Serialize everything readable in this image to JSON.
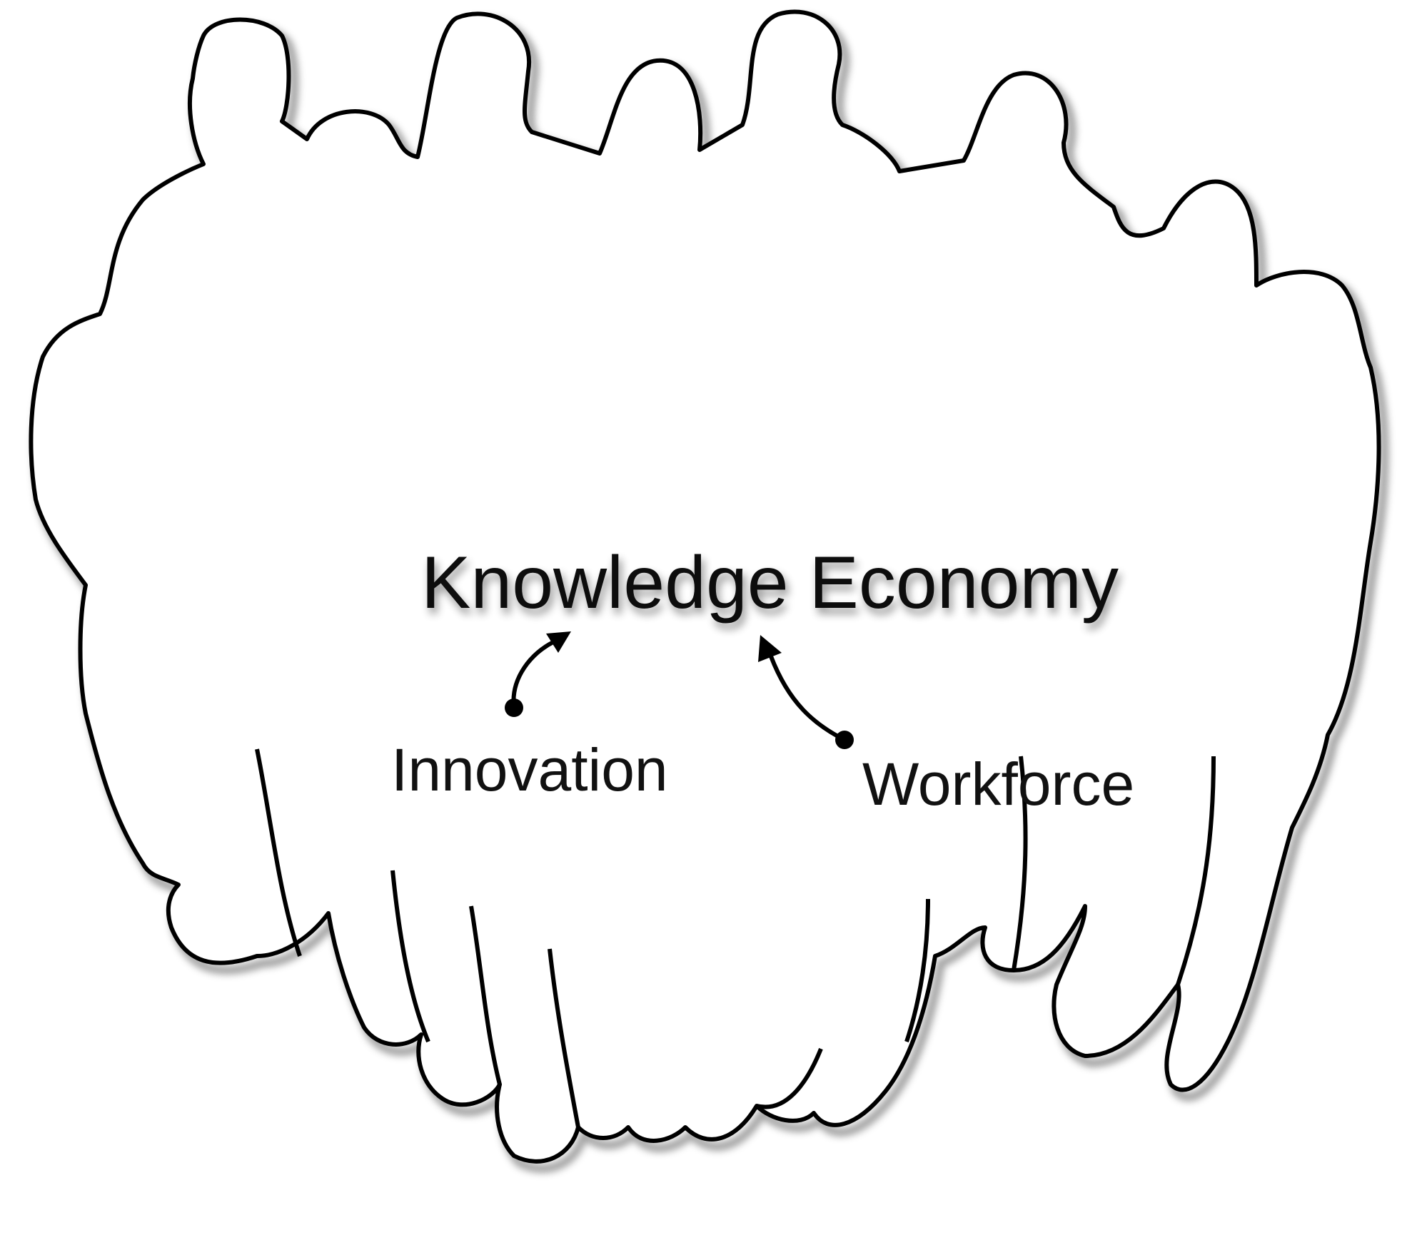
{
  "diagram": {
    "title": "Knowledge Economy",
    "nodes": [
      {
        "id": "innovation",
        "label": "Innovation"
      },
      {
        "id": "workforce",
        "label": "Workforce"
      }
    ],
    "edges": [
      {
        "from": "innovation",
        "to": "knowledge-economy"
      },
      {
        "from": "workforce",
        "to": "knowledge-economy"
      }
    ],
    "background": {
      "icon": "group-of-people-silhouette-icon",
      "fill_color": "#ffffff",
      "outline_color": "#000000"
    }
  }
}
